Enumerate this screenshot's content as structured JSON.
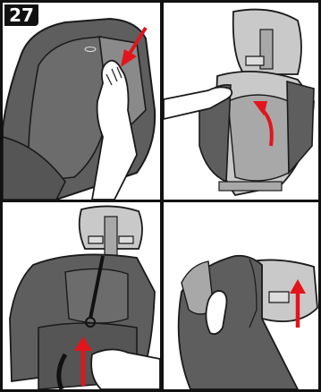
{
  "step": {
    "number": "27"
  },
  "colors": {
    "fabric_dark": "#5e5e5e",
    "fabric_mid": "#7a7a7a",
    "shell_light": "#c9c9c9",
    "shell_mid": "#a8a8a8",
    "outline": "#1a1a1a",
    "arrow_red": "#e3141b",
    "skin": "#ffffff"
  },
  "panels": [
    {
      "id": "panel-1",
      "icons": [
        "seat-cover-icon",
        "hand-icon",
        "arrow-down-left-icon"
      ]
    },
    {
      "id": "panel-2",
      "icons": [
        "headrest-icon",
        "seat-shell-icon",
        "hand-icon",
        "arrow-curved-up-icon"
      ]
    },
    {
      "id": "panel-3",
      "icons": [
        "headrest-icon",
        "seat-cover-icon",
        "strap-icon",
        "hand-icon",
        "arrow-up-icon"
      ]
    },
    {
      "id": "panel-4",
      "icons": [
        "headrest-icon",
        "seat-cover-icon",
        "hand-icon",
        "arrow-up-icon"
      ]
    }
  ]
}
